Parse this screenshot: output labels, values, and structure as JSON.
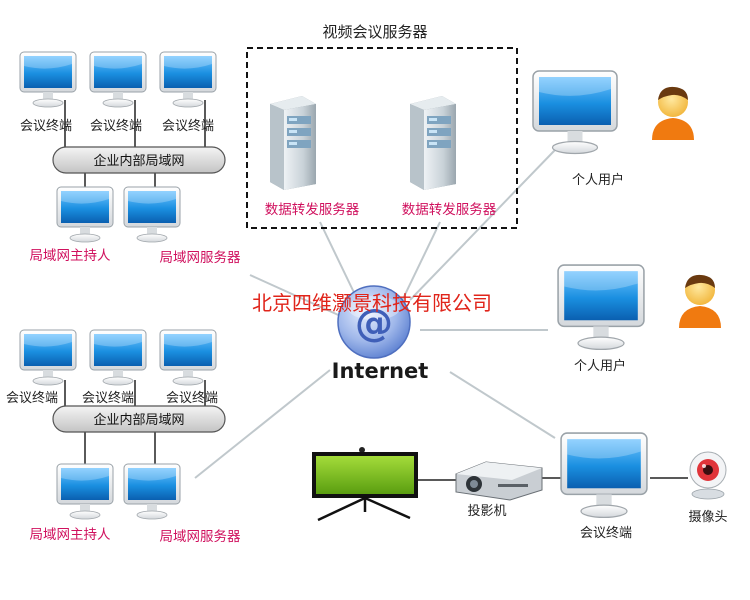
{
  "video_server_group": {
    "title": "视频会议服务器",
    "server_label_1": "数据转发服务器",
    "server_label_2": "数据转发服务器"
  },
  "watermark": "北京四维灏景科技有限公司",
  "internet_label": "Internet",
  "lan_top": {
    "terminals": [
      "会议终端",
      "会议终端",
      "会议终端"
    ],
    "bus_label": "企业内部局域网",
    "host_label": "局域网主持人",
    "server_label": "局域网服务器"
  },
  "lan_bottom": {
    "terminals": [
      "会议终端",
      "会议终端",
      "会议终端"
    ],
    "bus_label": "企业内部局域网",
    "host_label": "局域网主持人",
    "server_label": "局域网服务器"
  },
  "personal_users": [
    "个人用户",
    "个人用户"
  ],
  "meeting_room": {
    "projector_label": "投影机",
    "terminal_label": "会议终端",
    "camera_label": "摄像头"
  },
  "colors": {
    "accent_pink": "#d0115e",
    "watermark_red": "#e0241a",
    "screen_blue": "#1a8fe0",
    "screen_green": "#7fc21c",
    "link_gray": "#c0c8cc"
  }
}
